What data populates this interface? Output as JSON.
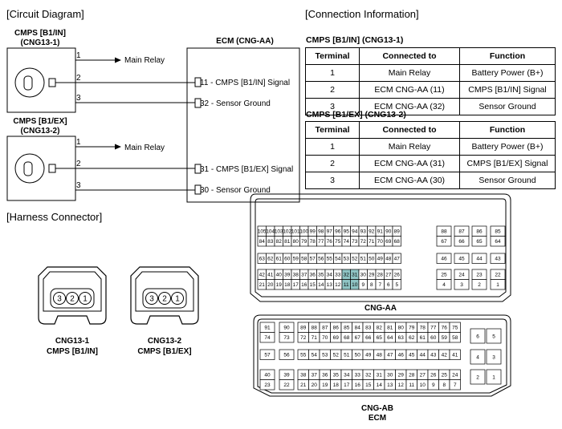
{
  "sections": {
    "circuit": "[Circuit Diagram]",
    "connection": "[Connection Information]",
    "harness": "[Harness Connector]"
  },
  "sensor1": {
    "name": "CMPS [B1/IN]",
    "code": "(CNG13-1)",
    "wires": [
      "1",
      "2",
      "3"
    ],
    "relay": "Main Relay"
  },
  "sensor2": {
    "name": "CMPS [B1/EX]",
    "code": "(CNG13-2)",
    "wires": [
      "1",
      "2",
      "3"
    ],
    "relay": "Main Relay"
  },
  "ecm": {
    "title": "ECM (CNG-AA)",
    "pins": [
      {
        "num": "11",
        "label": " - CMPS [B1/IN] Signal"
      },
      {
        "num": "32",
        "label": " - Sensor Ground"
      },
      {
        "num": "31",
        "label": " - CMPS [B1/EX] Signal"
      },
      {
        "num": "30",
        "label": " - Sensor Ground"
      }
    ]
  },
  "tables": [
    {
      "caption": "CMPS [B1/IN] (CNG13-1)",
      "headers": [
        "Terminal",
        "Connected to",
        "Function"
      ],
      "rows": [
        [
          "1",
          "Main Relay",
          "Battery Power (B+)"
        ],
        [
          "2",
          "ECM CNG-AA (11)",
          "CMPS [B1/IN] Signal"
        ],
        [
          "3",
          "ECM CNG-AA (32)",
          "Sensor Ground"
        ]
      ]
    },
    {
      "caption": "CMPS [B1/EX] (CNG13-2)",
      "headers": [
        "Terminal",
        "Connected to",
        "Function"
      ],
      "rows": [
        [
          "1",
          "Main Relay",
          "Battery Power (B+)"
        ],
        [
          "2",
          "ECM CNG-AA (31)",
          "CMPS [B1/EX] Signal"
        ],
        [
          "3",
          "ECM CNG-AA (30)",
          "Sensor Ground"
        ]
      ]
    }
  ],
  "harness": {
    "conn1": {
      "pins": [
        "3",
        "2",
        "1"
      ],
      "label1": "CNG13-1",
      "label2": "CMPS [B1/IN]"
    },
    "conn2": {
      "pins": [
        "3",
        "2",
        "1"
      ],
      "label1": "CNG13-2",
      "label2": "CMPS [B1/EX]"
    }
  },
  "cngaa": {
    "label": "CNG-AA",
    "highlight": [
      "32",
      "31",
      "11",
      "10"
    ],
    "rows": [
      {
        "groups": [
          [
            "105",
            "104",
            "103",
            "102",
            "101",
            "100",
            "99",
            "98",
            "97",
            "96",
            "95",
            "94",
            "93",
            "92",
            "91",
            "90",
            "89"
          ],
          [
            "88"
          ],
          [
            "87"
          ],
          [
            "86"
          ],
          [
            "85"
          ]
        ]
      },
      {
        "groups": [
          [
            "84",
            "83",
            "82",
            "81",
            "80",
            "79",
            "78",
            "77",
            "76",
            "75",
            "74",
            "73",
            "72",
            "71",
            "70",
            "69",
            "68"
          ],
          [
            "67"
          ],
          [
            "66"
          ],
          [
            "65"
          ],
          [
            "64"
          ]
        ]
      },
      {
        "groups": [
          [
            "63",
            "62",
            "61",
            "60",
            "59",
            "58",
            "57",
            "56",
            "55",
            "54",
            "53",
            "52",
            "51",
            "50",
            "49",
            "48",
            "47"
          ],
          [
            "46"
          ],
          [
            "45"
          ],
          [
            "44"
          ],
          [
            "43"
          ]
        ]
      },
      {
        "groups": [
          [
            "42",
            "41",
            "40",
            "39",
            "38",
            "37",
            "36",
            "35",
            "34",
            "33",
            "32",
            "31",
            "30",
            "29",
            "28",
            "27",
            "26"
          ],
          [
            "25"
          ],
          [
            "24"
          ],
          [
            "23"
          ],
          [
            "22"
          ]
        ]
      },
      {
        "groups": [
          [
            "21",
            "20",
            "19",
            "18",
            "17",
            "16",
            "15",
            "14",
            "13",
            "12",
            "11",
            "10",
            "9",
            "8",
            "7",
            "6",
            "5"
          ],
          [
            "4"
          ],
          [
            "3"
          ],
          [
            "2"
          ],
          [
            "1"
          ]
        ]
      }
    ]
  },
  "cngab": {
    "label1": "CNG-AB",
    "label2": "ECM",
    "left": [
      [
        "91",
        "74"
      ],
      [
        "90",
        "73"
      ],
      [
        "57",
        "56"
      ],
      [
        "40",
        "23"
      ],
      [
        "39",
        "22"
      ]
    ],
    "mid": [
      [
        "89",
        "88",
        "87",
        "86",
        "85",
        "84",
        "83",
        "82",
        "81",
        "80",
        "79",
        "78",
        "77",
        "76",
        "75"
      ],
      [
        "72",
        "71",
        "70",
        "69",
        "68",
        "67",
        "66",
        "65",
        "64",
        "63",
        "62",
        "61",
        "60",
        "59",
        "58"
      ],
      [
        "55",
        "54",
        "53",
        "52",
        "51",
        "50",
        "49",
        "48",
        "47",
        "46",
        "45",
        "44",
        "43",
        "42",
        "41"
      ],
      [
        "38",
        "37",
        "36",
        "35",
        "34",
        "33",
        "32",
        "31",
        "30",
        "29",
        "28",
        "27",
        "26",
        "25",
        "24"
      ],
      [
        "21",
        "20",
        "19",
        "18",
        "17",
        "16",
        "15",
        "14",
        "13",
        "12",
        "11",
        "10",
        "9",
        "8",
        "7"
      ]
    ],
    "right": [
      [
        "6",
        "5"
      ],
      [
        "4",
        "3"
      ],
      [
        "2",
        "1"
      ]
    ]
  }
}
